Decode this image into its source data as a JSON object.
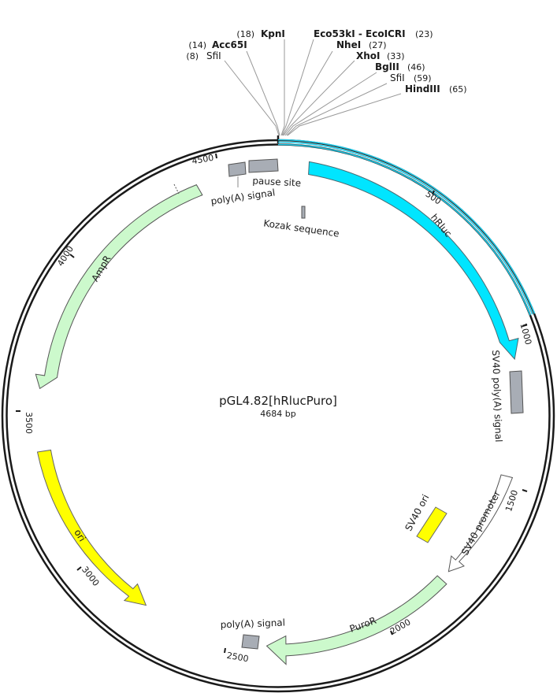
{
  "plasmid": {
    "name": "pGL4.82[hRlucPuro]",
    "length_label": "4684 bp",
    "length": 4684
  },
  "sites": [
    {
      "name": "KpnI",
      "pos_label": "(18)",
      "pos": 18,
      "bold": true
    },
    {
      "name": "Acc65I",
      "pos_label": "(14)",
      "pos": 14,
      "bold": true
    },
    {
      "name": "SfiI",
      "pos_label": "(8)",
      "pos": 8,
      "bold": false
    },
    {
      "name": "Eco53kI - EcoICRI",
      "pos_label": "(23)",
      "pos": 23,
      "bold": true
    },
    {
      "name": "NheI",
      "pos_label": "(27)",
      "pos": 27,
      "bold": true
    },
    {
      "name": "XhoI",
      "pos_label": "(33)",
      "pos": 33,
      "bold": true
    },
    {
      "name": "BglII",
      "pos_label": "(46)",
      "pos": 46,
      "bold": true
    },
    {
      "name": "SfiI",
      "pos_label": "(59)",
      "pos": 59,
      "bold": false
    },
    {
      "name": "HindIII",
      "pos_label": "(65)",
      "pos": 65,
      "bold": true
    }
  ],
  "ticks": [
    {
      "label": "500",
      "pos": 500
    },
    {
      "label": "1000",
      "pos": 1000
    },
    {
      "label": "1500",
      "pos": 1500
    },
    {
      "label": "2000",
      "pos": 2000
    },
    {
      "label": "2500",
      "pos": 2500
    },
    {
      "label": "3000",
      "pos": 3000
    },
    {
      "label": "3500",
      "pos": 3500
    },
    {
      "label": "4000",
      "pos": 4000
    },
    {
      "label": "4500",
      "pos": 4500
    }
  ],
  "features": [
    {
      "name": "hRluc",
      "label": "hRluc",
      "color": "#00e5ff",
      "type": "arrow"
    },
    {
      "name": "ampr",
      "label": "AmpR",
      "color": "#ccf9cc",
      "type": "arrow"
    },
    {
      "name": "ori",
      "label": "ori",
      "color": "#ffff00",
      "type": "arrow"
    },
    {
      "name": "puror",
      "label": "PuroR",
      "color": "#ccf9cc",
      "type": "arrow"
    },
    {
      "name": "sv40-promoter",
      "label": "SV40 promoter",
      "color": "#ffffff",
      "type": "arrow"
    },
    {
      "name": "sv40-ori",
      "label": "SV40 ori",
      "color": "#ffff00",
      "type": "box"
    },
    {
      "name": "sv40-polya",
      "label": "SV40 poly(A) signal",
      "color": "#a8adb5",
      "type": "box"
    },
    {
      "name": "polya-top",
      "label": "poly(A) signal",
      "color": "#a8adb5",
      "type": "box"
    },
    {
      "name": "pause-site",
      "label": "pause site",
      "color": "#a8adb5",
      "type": "box"
    },
    {
      "name": "kozak",
      "label": "Kozak sequence",
      "color": "#a8adb5",
      "type": "box"
    },
    {
      "name": "polya-bottom",
      "label": "poly(A) signal",
      "color": "#a8adb5",
      "type": "box"
    }
  ],
  "colors": {
    "backbone": "#1a1a1a",
    "highlight": "#1ec8e6",
    "feature_stroke": "#555555"
  }
}
